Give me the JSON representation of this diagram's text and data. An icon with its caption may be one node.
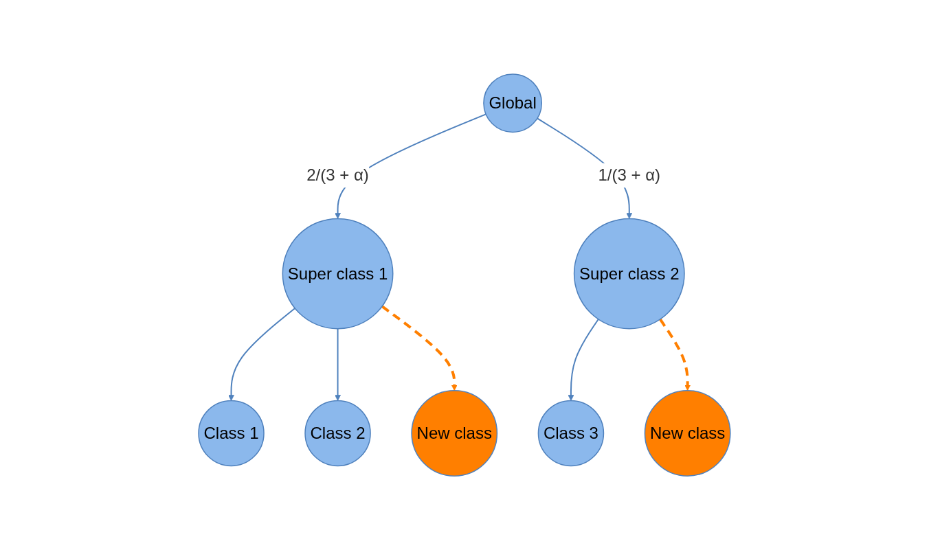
{
  "diagram": {
    "nodes": [
      {
        "text": [
          "Global"
        ]
      },
      {
        "text": [
          "Super class 1"
        ]
      },
      {
        "text": [
          "Super class 2"
        ]
      },
      {
        "text": [
          "Class 1"
        ]
      },
      {
        "text": [
          "Class 2"
        ]
      },
      {
        "text": [
          "New class"
        ]
      },
      {
        "text": [
          "Class 3"
        ]
      },
      {
        "text": [
          "New class"
        ]
      }
    ],
    "edges": [
      {
        "from": 0,
        "to": 1,
        "arrow": "to",
        "label": "2/(3 + α)"
      },
      {
        "from": 0,
        "to": 2,
        "arrow": "to",
        "label": "1/(3 + α)"
      },
      {
        "from": 1,
        "to": 3,
        "arrow": "to"
      },
      {
        "from": 1,
        "to": 4,
        "arrow": "to"
      },
      {
        "from": 1,
        "to": 5,
        "arrow": "to",
        "style": "dashed",
        "color": "#ff7f00"
      },
      {
        "from": 2,
        "to": 6,
        "arrow": "to"
      },
      {
        "from": 2,
        "to": 7,
        "arrow": "to",
        "style": "dashed",
        "color": "#ff7f00"
      }
    ]
  }
}
